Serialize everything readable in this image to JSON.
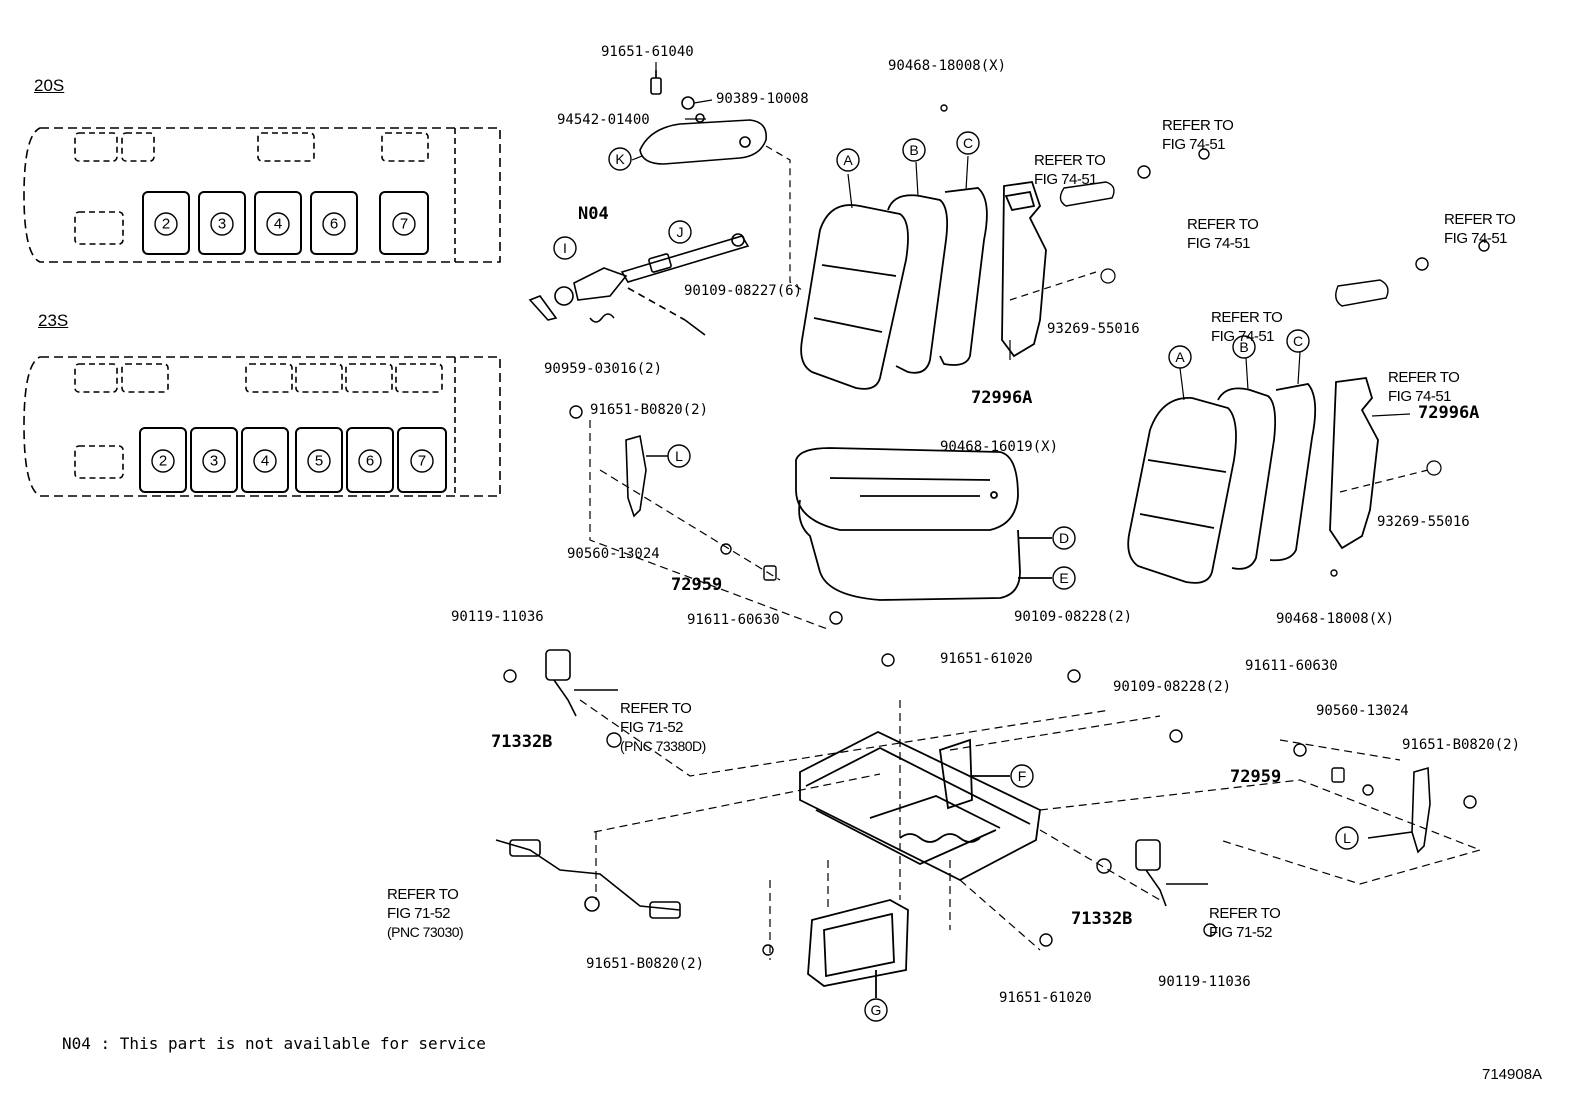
{
  "layouts": [
    {
      "label": "20S",
      "seats": [
        "2",
        "3",
        "4",
        "6",
        "7"
      ]
    },
    {
      "label": "23S",
      "seats": [
        "2",
        "3",
        "4",
        "5",
        "6",
        "7"
      ]
    }
  ],
  "callouts": [
    "A",
    "B",
    "C",
    "D",
    "E",
    "F",
    "G",
    "I",
    "J",
    "K",
    "L"
  ],
  "special_label": "N04",
  "parts": {
    "p91651_61040": "91651-61040",
    "p90389_10008": "90389-10008",
    "p94542_01400": "94542-01400",
    "p90468_18008_top": "90468-18008(X)",
    "p90109_08227": "90109-08227(6)",
    "p90959_03016": "90959-03016(2)",
    "p93269_55016_a": "93269-55016",
    "p72996A_a": "72996A",
    "p72996A_b": "72996A",
    "p93269_55016_b": "93269-55016",
    "p90468_18008_right": "90468-18008(X)",
    "p91651_B0820_a": "91651-B0820(2)",
    "p90468_16019": "90468-16019(X)",
    "p90560_13024_a": "90560-13024",
    "p72959_a": "72959",
    "p91611_60630_a": "91611-60630",
    "p90119_11036_a": "90119-11036",
    "p90109_08228_a": "90109-08228(2)",
    "p91651_61020_a": "91651-61020",
    "p90109_08228_b": "90109-08228(2)",
    "p91611_60630_b": "91611-60630",
    "p90560_13024_b": "90560-13024",
    "p91651_B0820_b": "91651-B0820(2)",
    "p72959_b": "72959",
    "p71332B_a": "71332B",
    "p71332B_b": "71332B",
    "p91651_B0820_c": "91651-B0820(2)",
    "p91651_61020_b": "91651-61020",
    "p90119_11036_b": "90119-11036"
  },
  "refer_notes": {
    "r1": {
      "line1": "REFER TO",
      "line2": "FIG 74-51"
    },
    "r2": {
      "line1": "REFER TO",
      "line2": "FIG 74-51"
    },
    "r3": {
      "line1": "REFER TO",
      "line2": "FIG 74-51"
    },
    "r4": {
      "line1": "REFER TO",
      "line2": "FIG 74-51"
    },
    "r5": {
      "line1": "REFER TO",
      "line2": "FIG 74-51"
    },
    "r6": {
      "line1": "REFER TO",
      "line2": "FIG 74-51"
    },
    "r7": {
      "line1": "REFER TO",
      "line2": "FIG 71-52",
      "line3": "(PNC 73380D)"
    },
    "r8": {
      "line1": "REFER TO",
      "line2": "FIG 71-52",
      "line3": "(PNC 73030)"
    },
    "r9": {
      "line1": "REFER TO",
      "line2": "FIG 71-52"
    }
  },
  "footnote": "N04 : This part is not available for service",
  "figure_number": "714908A"
}
